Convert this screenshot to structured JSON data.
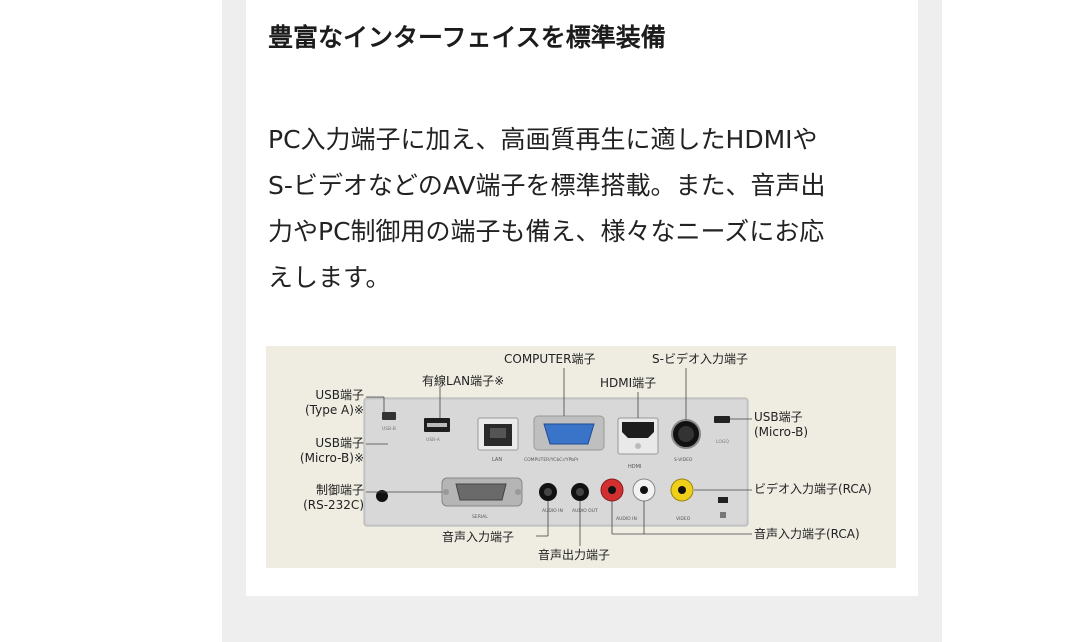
{
  "heading": "豊富なインターフェイスを標準装備",
  "body_lines": [
    "PC入力端子に加え、高画質再生に適したHDMIや",
    "S-ビデオなどのAV端子を標準搭載。また、音声出",
    "力やPC制御用の端子も備え、様々なニーズにお応",
    "えします。"
  ],
  "figure": {
    "callouts": {
      "computer": "COMPUTER端子",
      "s_video_in": "S-ビデオ入力端子",
      "wired_lan": "有線LAN端子※",
      "hdmi": "HDMI端子",
      "usb_a_line1": "USB端子",
      "usb_a_line2": "(Type A)※",
      "usb_micro_line1": "USB端子",
      "usb_micro_line2": "(Micro-B)※",
      "control_line1": "制御端子",
      "control_line2": "(RS-232C)",
      "usb_right_line1": "USB端子",
      "usb_right_line2": "(Micro-B)",
      "video_rca": "ビデオ入力端子(RCA)",
      "audio_in": "音声入力端子",
      "audio_out": "音声出力端子",
      "audio_rca": "音声入力端子(RCA)"
    },
    "panel_text": {
      "usb_b": "USB-B",
      "usb_a": "USB-A",
      "lan": "LAN",
      "computer": "COMPUTER/YCbCr/YPbPr",
      "hdmi": "HDMI",
      "svideo": "S-VIDEO",
      "logo": "LOGO",
      "serial": "SERIAL",
      "audio_in": "AUDIO IN",
      "audio_out": "AUDIO OUT",
      "audio_in_rca": "AUDIO IN",
      "video": "VIDEO"
    }
  }
}
